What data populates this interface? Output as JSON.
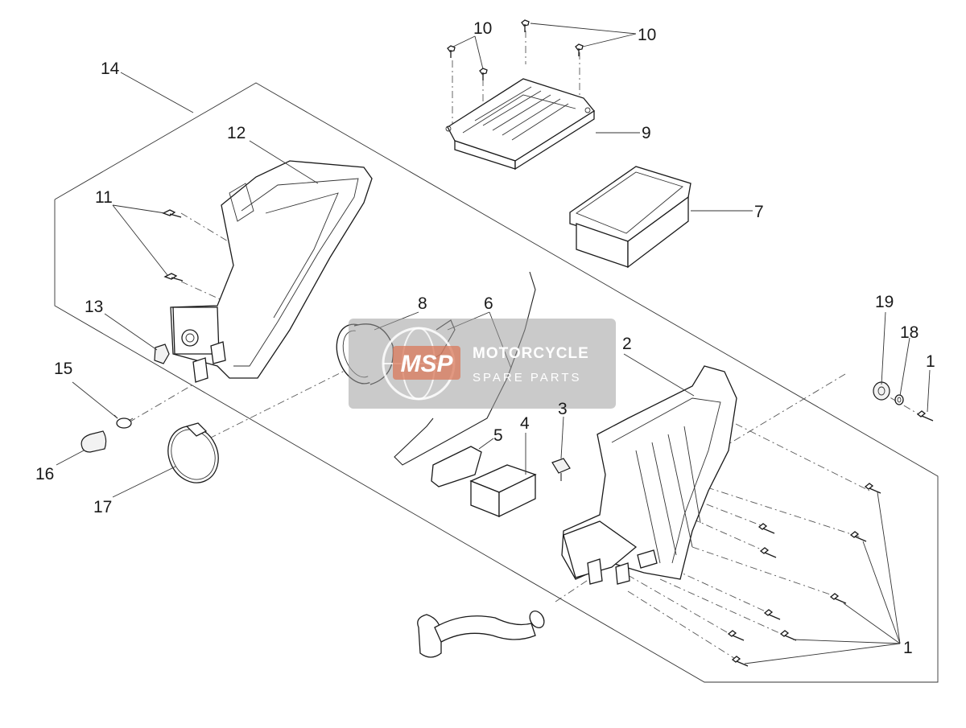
{
  "labels": {
    "p1a": "1",
    "p1b": "1",
    "p2": "2",
    "p3": "3",
    "p4": "4",
    "p5": "5",
    "p6": "6",
    "p7": "7",
    "p8": "8",
    "p9": "9",
    "p10a": "10",
    "p10b": "10",
    "p11": "11",
    "p12": "12",
    "p13": "13",
    "p14": "14",
    "p15": "15",
    "p16": "16",
    "p17": "17",
    "p18": "18",
    "p19": "19"
  },
  "watermark": {
    "logo": "MSP",
    "line1": "MOTORCYCLE",
    "line2": "SPARE PARTS"
  },
  "colors": {
    "line": "#1a1a1a",
    "watermark_bg": "#9e9e9e",
    "watermark_accent": "#d9785a"
  }
}
